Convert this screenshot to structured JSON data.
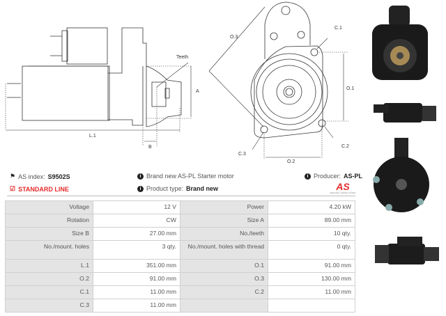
{
  "drawing": {
    "labels": {
      "teeth": "Teeth",
      "a": "A",
      "b": "B",
      "l1": "L.1",
      "o1": "O.1",
      "o2": "O.2",
      "o3": "O.3",
      "c1": "C.1",
      "c2": "C.2",
      "c3": "C.3"
    }
  },
  "info": {
    "as_index_label": "AS index:",
    "as_index_value": "S9502S",
    "line": "STANDARD LINE",
    "description": "Brand new AS-PL Starter motor",
    "product_type_label": "Product type:",
    "product_type_value": "Brand new",
    "producer_label": "Producer:",
    "producer_value": "AS-PL",
    "logo_text": "AS",
    "logo_tagline": "Alternators, Starters & Parts"
  },
  "colors": {
    "accent": "#e32b2b"
  },
  "specs": [
    [
      {
        "label": "Voltage",
        "value": "12 V"
      },
      {
        "label": "Power",
        "value": "4.20 kW"
      }
    ],
    [
      {
        "label": "Rotation",
        "value": "CW"
      },
      {
        "label": "Size A",
        "value": "89.00 mm"
      }
    ],
    [
      {
        "label": "Size B",
        "value": "27.00 mm"
      },
      {
        "label": "No./teeth",
        "value": "10 qty."
      }
    ],
    [
      {
        "label": "No./mount. holes",
        "value": "3 qty."
      },
      {
        "label": "No./mount. holes with thread",
        "value": "0 qty."
      }
    ],
    [
      {
        "label": "L.1",
        "value": "351.00 mm"
      },
      {
        "label": "O.1",
        "value": "91.00 mm"
      }
    ],
    [
      {
        "label": "O.2",
        "value": "91.00 mm"
      },
      {
        "label": "O.3",
        "value": "130.00 mm"
      }
    ],
    [
      {
        "label": "C.1",
        "value": "11.00 mm"
      },
      {
        "label": "C.2",
        "value": "11.00 mm"
      }
    ],
    [
      {
        "label": "C.3",
        "value": "11.00 mm"
      },
      {
        "label": "",
        "value": ""
      }
    ]
  ]
}
